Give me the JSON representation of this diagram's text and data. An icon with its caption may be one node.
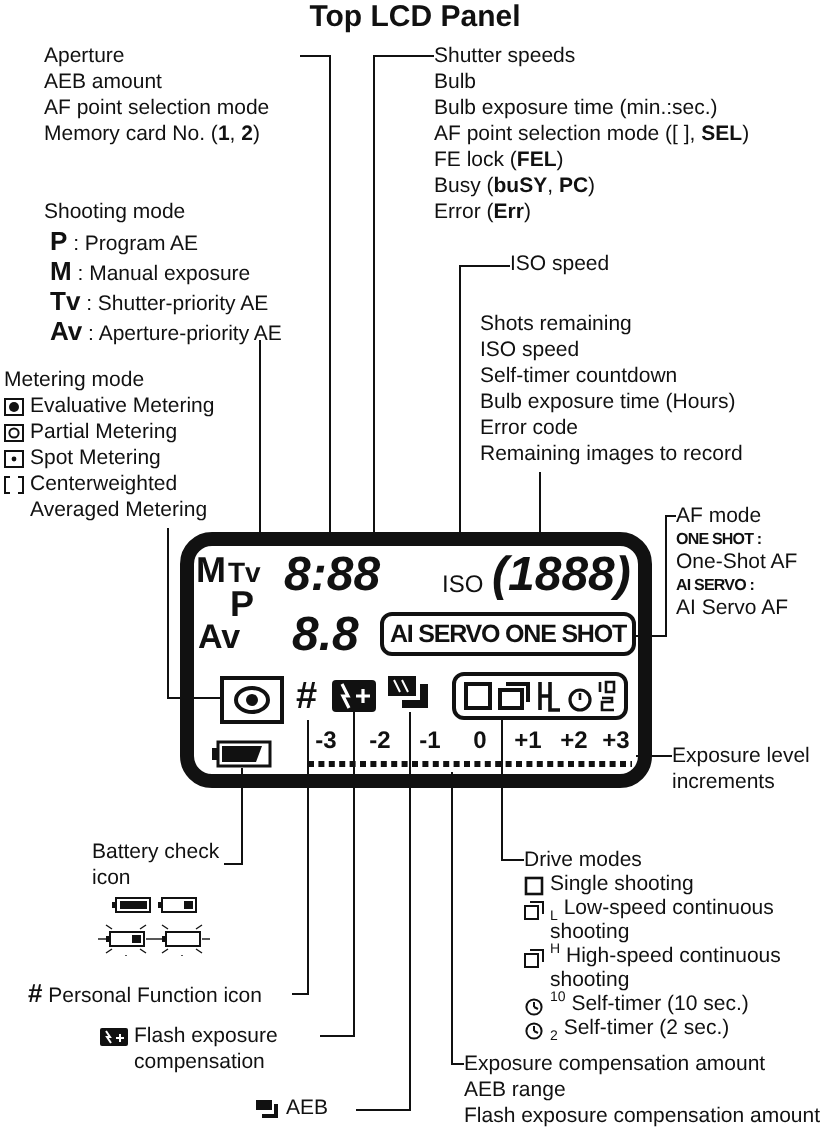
{
  "diagram": {
    "title": "Top LCD Panel",
    "nodes": [
      {
        "text": [
          "Aperture",
          "AEB amount",
          "AF point selection mode",
          "Memory card No. (**1**, **2**)"
        ]
      },
      {
        "text": [
          "Shutter speeds",
          "Bulb",
          "Bulb exposure time (min.:sec.)",
          "AF point selection mode ([ ], **SEL**)",
          "FE lock (**FEL**)",
          "Busy (**buSY**, **PC**)",
          "Error (**Err**)"
        ]
      },
      {
        "text": [
          "Shooting mode",
          "**P** : Program AE",
          "**M** : Manual exposure",
          "**Tv** : Shutter-priority AE",
          "**Av** : Aperture-priority AE"
        ]
      },
      {
        "text": [
          "ISO speed"
        ]
      },
      {
        "text": [
          "Shots remaining",
          "ISO speed",
          "Self-timer countdown",
          "Bulb exposure time (Hours)",
          "Error code",
          "Remaining images to record"
        ]
      },
      {
        "text": [
          "Metering mode",
          "Evaluative Metering",
          "Partial Metering",
          "Spot Metering",
          "Centerweighted Averaged Metering"
        ]
      },
      {
        "text": [
          "AF mode",
          "ONE SHOT :",
          "One-Shot AF",
          "AI SERVO :",
          "AI Servo AF"
        ]
      },
      {
        "text": [
          "Exposure level increments"
        ]
      },
      {
        "text": [
          "Battery check icon"
        ]
      },
      {
        "text": [
          "Drive modes",
          "Single shooting",
          "$_{L}$ Low-speed continuous shooting",
          "$^{H}$ High-speed continuous shooting",
          "$^{10}$ Self-timer (10 sec.)",
          "$_{2}$ Self-timer (2 sec.)"
        ]
      },
      {
        "text": [
          "**#** Personal Function icon"
        ]
      },
      {
        "text": [
          "Flash exposure compensation"
        ]
      },
      {
        "text": [
          "AEB"
        ]
      },
      {
        "text": [
          "Exposure compensation amount",
          "AEB range",
          "Flash exposure compensation amount"
        ]
      },
      {
        "text": [],
        "shape": "box"
      },
      {
        "text": [
          "M",
          "Tv",
          "P",
          "Av"
        ],
        "in": 14
      },
      {
        "text": [
          "8:88"
        ],
        "in": 14
      },
      {
        "text": [
          "ISO"
        ],
        "in": 14
      },
      {
        "text": [
          "(1888)"
        ],
        "in": 14
      },
      {
        "text": [
          "8.8"
        ],
        "in": 14
      },
      {
        "text": [
          "AI SERVO ONE SHOT"
        ],
        "in": 14
      },
      {
        "text": [],
        "shape": "box",
        "in": 14
      },
      {
        "text": [
          "#"
        ],
        "in": 14
      },
      {
        "text": [],
        "shape": "box",
        "in": 14
      },
      {
        "text": [],
        "shape": "box",
        "in": 14
      },
      {
        "text": [],
        "shape": "box",
        "in": 14
      },
      {
        "text": [
          "-3",
          "-2",
          "-1",
          "0",
          "+1",
          "+2",
          "+3"
        ],
        "in": 14
      },
      {
        "text": [],
        "shape": "box",
        "in": 14
      }
    ],
    "edges": [
      {
        "from": 0,
        "to": 14,
        "arrow": "none"
      },
      {
        "from": 1,
        "to": 14,
        "arrow": "none"
      },
      {
        "from": 2,
        "to": 14,
        "arrow": "none"
      },
      {
        "from": 3,
        "to": 14,
        "arrow": "none"
      },
      {
        "from": 4,
        "to": 14,
        "arrow": "none"
      },
      {
        "from": 5,
        "to": 21,
        "arrow": "none"
      },
      {
        "from": 6,
        "to": 20,
        "arrow": "none"
      },
      {
        "from": 7,
        "to": 26,
        "arrow": "none"
      },
      {
        "from": 8,
        "to": 27,
        "arrow": "none"
      },
      {
        "from": 9,
        "to": 25,
        "arrow": "none"
      },
      {
        "from": 10,
        "to": 22,
        "arrow": "none"
      },
      {
        "from": 11,
        "to": 23,
        "arrow": "none"
      },
      {
        "from": 12,
        "to": 24,
        "arrow": "none"
      },
      {
        "from": 13,
        "to": 26,
        "arrow": "none"
      }
    ]
  }
}
